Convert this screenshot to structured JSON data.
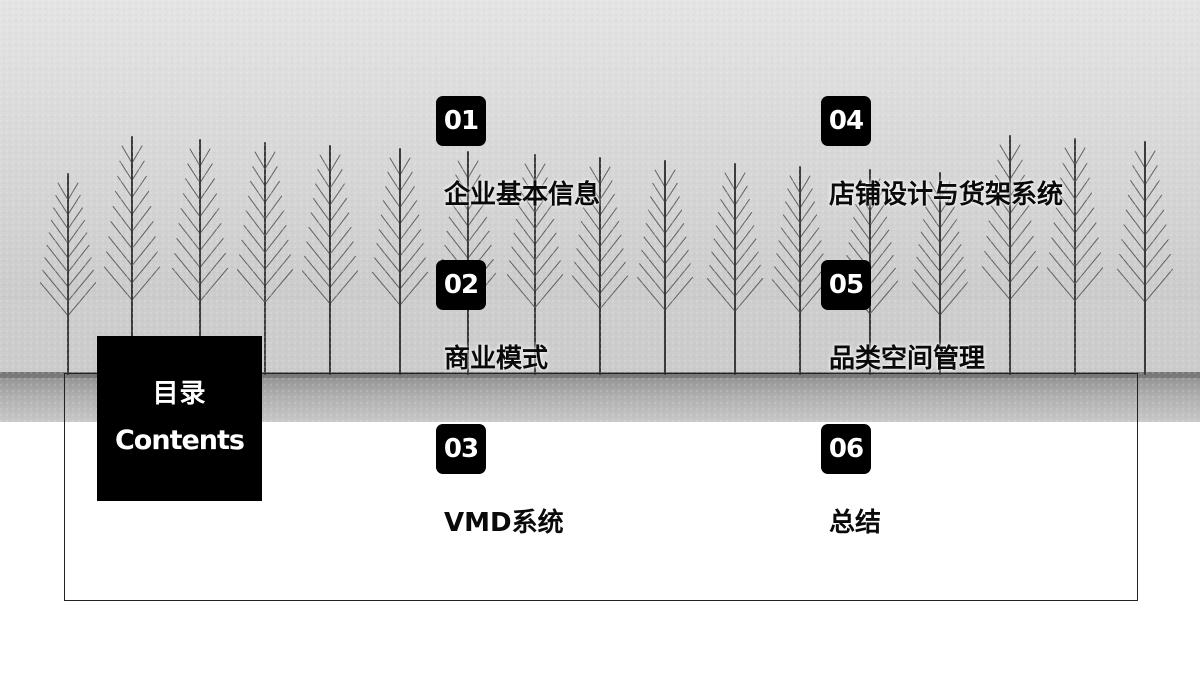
{
  "toc": {
    "title": "目录",
    "subtitle": "Contents"
  },
  "items": [
    {
      "num": "01",
      "label": "企业基本信息"
    },
    {
      "num": "02",
      "label": "商业模式"
    },
    {
      "num": "03",
      "label": "VMD系统"
    },
    {
      "num": "04",
      "label": "店铺设计与货架系统"
    },
    {
      "num": "05",
      "label": "品类空间管理"
    },
    {
      "num": "06",
      "label": "总结"
    }
  ],
  "colors": {
    "box": "#000000",
    "text": "#0a0a0a",
    "sky": "#d6d6d6",
    "ground": "#9a9a9a"
  }
}
